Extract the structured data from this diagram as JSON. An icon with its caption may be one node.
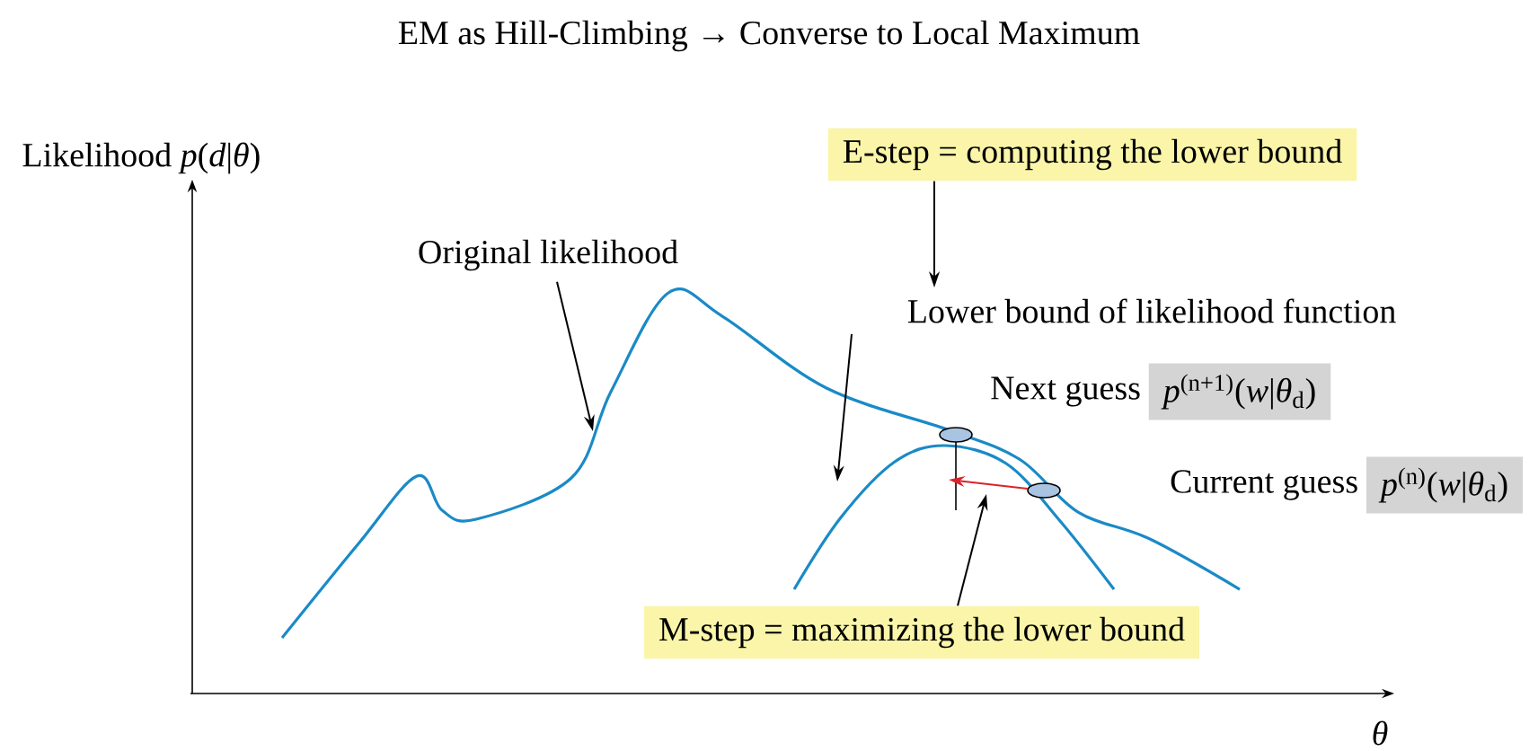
{
  "diagram": {
    "title": "EM as Hill-Climbing → Converse to Local Maximum",
    "nodes": [
      {
        "text": [
          "E-step = computing the lower bound"
        ]
      },
      {
        "text": [
          "Lower bound of likelihood function"
        ]
      },
      {
        "text": [
          "Original likelihood"
        ]
      },
      {
        "text": [
          "*p*$^{(n+1)}$(*w*|*θ*$_{d}$)"
        ],
        "beside": [
          "Next guess"
        ]
      },
      {
        "text": [
          "*p*$^{(n)}$(*w*|*θ*$_{d}$)"
        ],
        "beside": [
          "Current guess"
        ]
      },
      {
        "text": [
          "M-step = maximizing the lower bound"
        ]
      },
      {
        "text": [],
        "shape": "ellipse"
      },
      {
        "text": [],
        "shape": "ellipse"
      }
    ],
    "edges": [
      {
        "from": 0,
        "to": 1,
        "arrow": "to"
      },
      {
        "from": 2,
        "to": null,
        "arrow": "to"
      },
      {
        "from": 1,
        "to": null,
        "arrow": "to"
      },
      {
        "from": 5,
        "to": null,
        "arrow": "to"
      },
      {
        "from": 7,
        "to": null,
        "arrow": "to",
        "color": "#d9242b"
      }
    ],
    "labels": [
      "Likelihood *p*(*d*|*θ*)",
      "*θ*"
    ]
  }
}
